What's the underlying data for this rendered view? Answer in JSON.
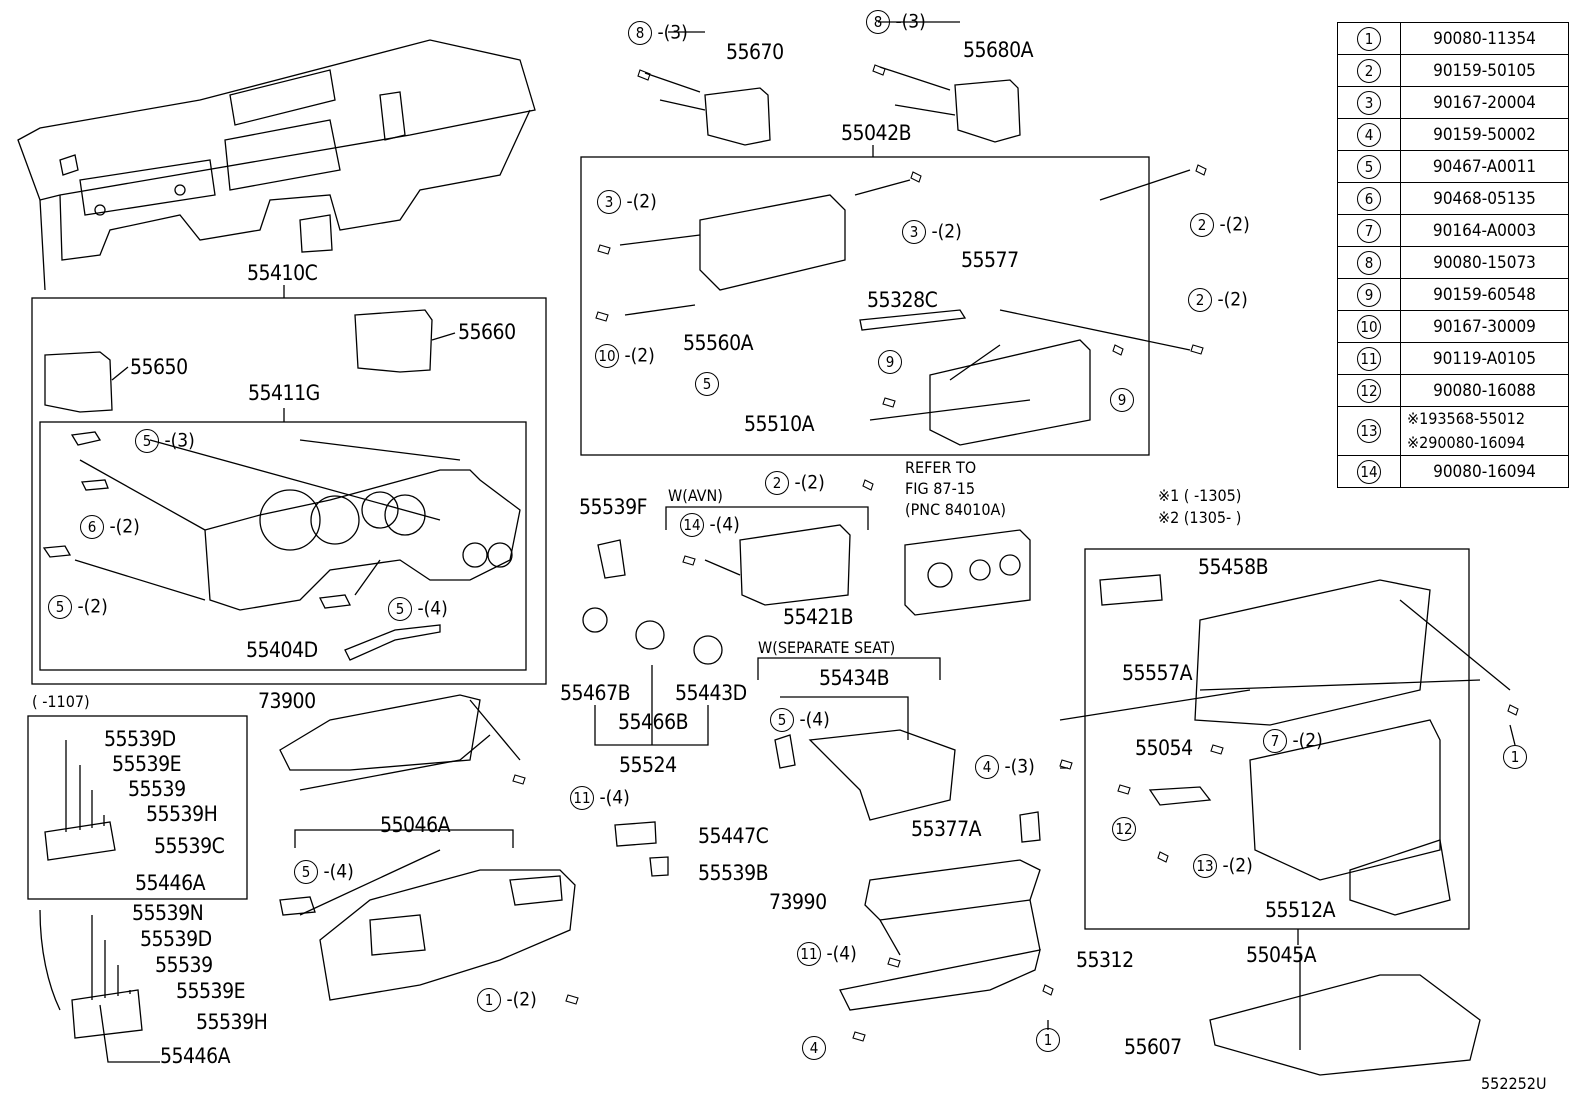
{
  "figure_code": "552252U",
  "notes": {
    "refer_1": "REFER TO",
    "refer_2": "FIG 87-15",
    "refer_3": "(PNC 84010A)",
    "w_avn": "W(AVN)",
    "w_separate_seat": "W(SEPARATE SEAT)",
    "range_1107": "(      -1107)",
    "foot_1": "※1 (      -1305)",
    "foot_2": "※2 (1305-      )"
  },
  "parts": {
    "p55410C": "55410C",
    "p55660": "55660",
    "p55650": "55650",
    "p55411G": "55411G",
    "p55404D": "55404D",
    "p55670": "55670",
    "p55680A": "55680A",
    "p55042B": "55042B",
    "p55577": "55577",
    "p55328C": "55328C",
    "p55560A": "55560A",
    "p55510A": "55510A",
    "p55539F": "55539F",
    "p55421B": "55421B",
    "p55467B": "55467B",
    "p55466B": "55466B",
    "p55443D": "55443D",
    "p55524": "55524",
    "p55434B": "55434B",
    "p73900": "73900",
    "p55046A": "55046A",
    "p55447C": "55447C",
    "p55539B": "55539B",
    "p55377A": "55377A",
    "p73990": "73990",
    "p55312": "55312",
    "p55458B": "55458B",
    "p55557A": "55557A",
    "p55054": "55054",
    "p55512A": "55512A",
    "p55045A": "55045A",
    "p55607": "55607",
    "s1_55539D": "55539D",
    "s1_55539E": "55539E",
    "s1_55539": "55539",
    "s1_55539H": "55539H",
    "s1_55539C": "55539C",
    "s1_55446A": "55446A",
    "s2_55539N": "55539N",
    "s2_55539D": "55539D",
    "s2_55539": "55539",
    "s2_55539E": "55539E",
    "s2_55539H": "55539H",
    "s2_55446A": "55446A"
  },
  "callouts": {
    "c8a_num": "8",
    "c8a_qty": "-(3)",
    "c8b_num": "8",
    "c8b_qty": "-(3)",
    "c3a_num": "3",
    "c3a_qty": "-(2)",
    "c3b_num": "3",
    "c3b_qty": "-(2)",
    "c10_num": "10",
    "c10_qty": "-(2)",
    "c5a_num": "5",
    "c9a_num": "9",
    "c9b_num": "9",
    "c2a_num": "2",
    "c2a_qty": "-(2)",
    "c2b_num": "2",
    "c2b_qty": "-(2)",
    "c2c_num": "2",
    "c2c_qty": "-(2)",
    "c5b_num": "5",
    "c5b_qty": "-(3)",
    "c6_num": "6",
    "c6_qty": "-(2)",
    "c5c_num": "5",
    "c5c_qty": "-(2)",
    "c5d_num": "5",
    "c5d_qty": "-(4)",
    "c14_num": "14",
    "c14_qty": "-(4)",
    "c5e_num": "5",
    "c5e_qty": "-(4)",
    "c11a_num": "11",
    "c11a_qty": "-(4)",
    "c5f_num": "5",
    "c5f_qty": "-(4)",
    "c1a_num": "1",
    "c1a_qty": "-(2)",
    "c4a_num": "4",
    "c4a_qty": "-(3)",
    "c11b_num": "11",
    "c11b_qty": "-(4)",
    "c4b_num": "4",
    "c1b_num": "1",
    "c7_num": "7",
    "c7_qty": "-(2)",
    "c12_num": "12",
    "c13_num": "13",
    "c13_qty": "-(2)",
    "c1c_num": "1"
  },
  "table": [
    {
      "key": "1",
      "part": "90080-11354"
    },
    {
      "key": "2",
      "part": "90159-50105"
    },
    {
      "key": "3",
      "part": "90167-20004"
    },
    {
      "key": "4",
      "part": "90159-50002"
    },
    {
      "key": "5",
      "part": "90467-A0011"
    },
    {
      "key": "6",
      "part": "90468-05135"
    },
    {
      "key": "7",
      "part": "90164-A0003"
    },
    {
      "key": "8",
      "part": "90080-15073"
    },
    {
      "key": "9",
      "part": "90159-60548"
    },
    {
      "key": "10",
      "part": "90167-30009"
    },
    {
      "key": "11",
      "part": "90119-A0105"
    },
    {
      "key": "12",
      "part": "90080-16088"
    },
    {
      "key": "13",
      "part": "※193568-55012",
      "part2": "※290080-16094"
    },
    {
      "key": "14",
      "part": "90080-16094"
    }
  ]
}
